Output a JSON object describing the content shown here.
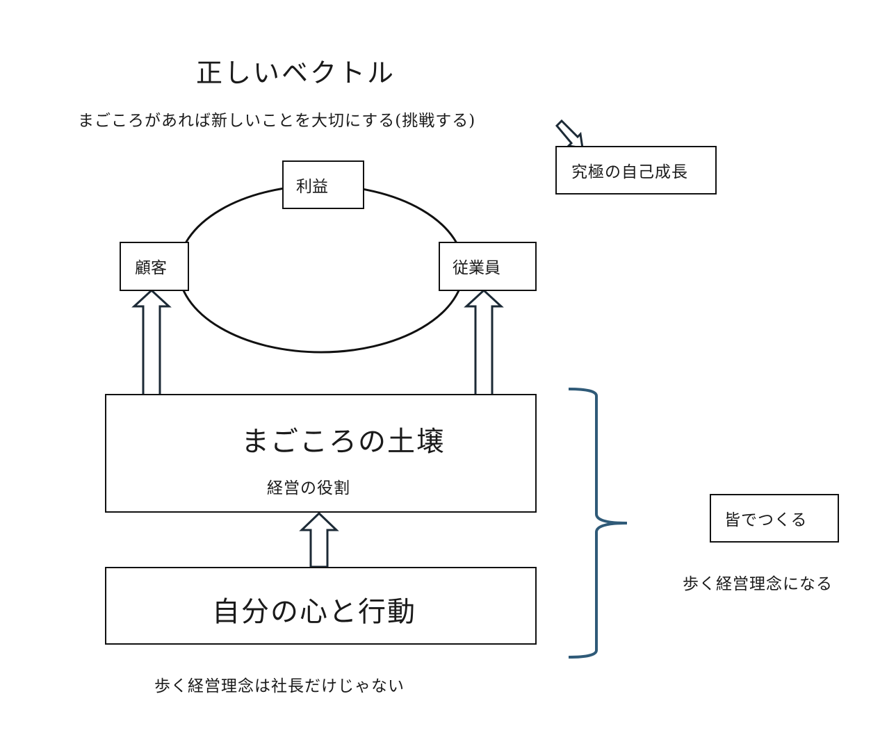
{
  "title": "正しいベクトル",
  "subtitle": "まごころがあれば新しいことを大切にする(挑戦する)",
  "nodes": {
    "ultimate_growth": "究極の自己成長",
    "profit": "利益",
    "customer": "顧客",
    "employee": "従業員",
    "soil_title": "まごころの土壌",
    "soil_subtitle": "経営の役割",
    "self": "自分の心と行動",
    "together": "皆でつくる"
  },
  "notes": {
    "becomes_philosophy": "歩く経営理念になる",
    "not_only_president": "歩く経営理念は社長だけじゃない"
  },
  "colors": {
    "line": "#111111",
    "arrow_outline": "#1c2a36",
    "brace": "#2f5a78"
  }
}
